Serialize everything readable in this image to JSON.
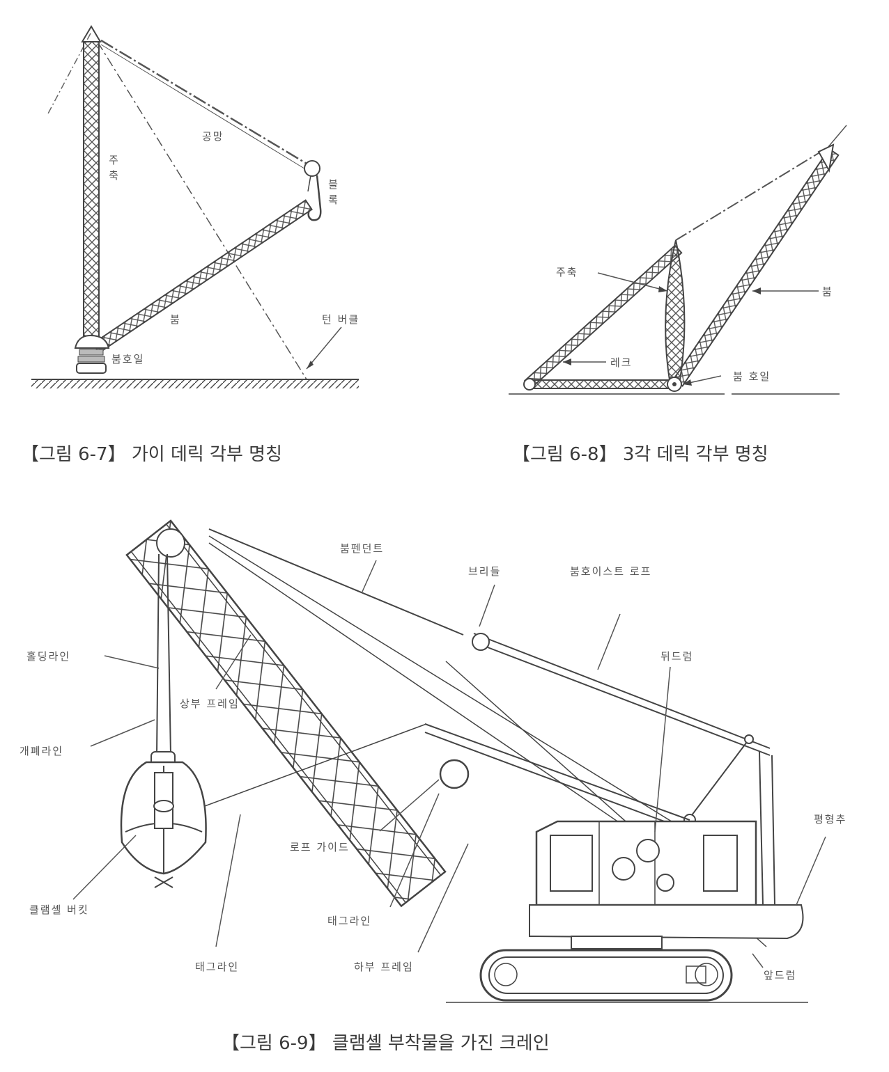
{
  "figures": [
    {
      "id": "6-7",
      "caption": "【그림 6-7】 가이 데릭 각부 명칭",
      "labels": {
        "guy": "공망",
        "mast": [
          "주",
          "축"
        ],
        "block": [
          "블",
          "록"
        ],
        "boom": "붐",
        "boom_wheel": "붐호일",
        "turnbuckle": "턴 버클"
      }
    },
    {
      "id": "6-8",
      "caption": "【그림 6-8】 3각 데릭 각부 명칭",
      "labels": {
        "mast": "주축",
        "boom": "붐",
        "leg": "레크",
        "boom_wheel": "붐 호일"
      }
    },
    {
      "id": "6-9",
      "caption": "【그림 6-9】 클램셸 부착물을 가진 크레인",
      "labels": {
        "boom_pendant": "붐펜던트",
        "bridle": "브리들",
        "boom_hoist_rope": "붐호이스트 로프",
        "rear_drum": "뒤드럼",
        "holding_line": "홀딩라인",
        "upper_frame": "상부 프레임",
        "closing_line": "개폐라인",
        "counterweight": "평형추",
        "rope_guide": "로프 가이드",
        "clamshell_bucket": "클램셸 버킷",
        "tagline_1": "태그라인",
        "tagline_2": "태그라인",
        "lower_frame": "하부 프레임",
        "front_drum": "앞드럼"
      }
    }
  ]
}
